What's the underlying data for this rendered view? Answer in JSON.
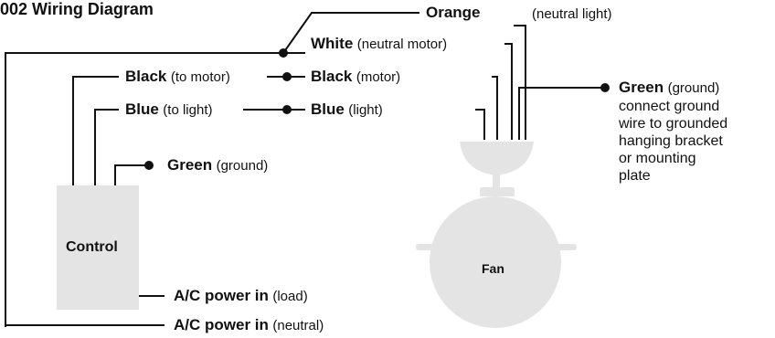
{
  "title": "002 Wiring Diagram",
  "control": {
    "label": "Control"
  },
  "fan": {
    "label": "Fan"
  },
  "wires": {
    "orange": {
      "name": "Orange",
      "note": "(neutral light)"
    },
    "white": {
      "name": "White",
      "note": "(neutral motor)"
    },
    "black_control": {
      "name": "Black",
      "note": "(to motor)"
    },
    "black_fan": {
      "name": "Black",
      "note": "(motor)"
    },
    "blue_control": {
      "name": "Blue",
      "note": "(to light)"
    },
    "blue_fan": {
      "name": "Blue",
      "note": "(light)"
    },
    "green_control": {
      "name": "Green",
      "note": "(ground)"
    },
    "green_fan": {
      "name": "Green",
      "note": "(ground)",
      "instructions": [
        "connect ground",
        "wire to grounded",
        "hanging bracket",
        "or mounting",
        "plate"
      ]
    },
    "power_load": {
      "name": "A/C power in",
      "note": "(load)"
    },
    "power_neutral": {
      "name": "A/C power in",
      "note": "(neutral)"
    }
  },
  "colors": {
    "line": "#111111",
    "device_fill": "#e4e4e4",
    "background": "#ffffff"
  }
}
